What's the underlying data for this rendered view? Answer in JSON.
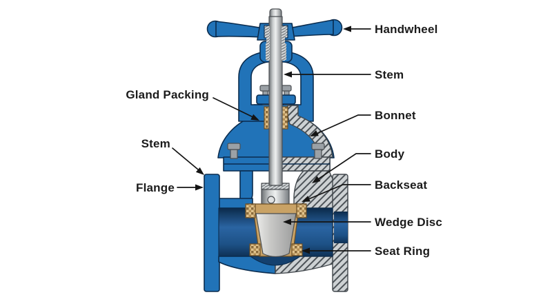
{
  "diagram": {
    "labels": {
      "handwheel": "Handwheel",
      "stem_right": "Stem",
      "gland_packing": "Gland Packing",
      "bonnet": "Bonnet",
      "stem_left": "Stem",
      "body": "Body",
      "backseat": "Backseat",
      "flange": "Flange",
      "wedge_disc": "Wedge Disc",
      "seat_ring": "Seat Ring"
    },
    "colors": {
      "valve_blue": "#2173b8",
      "valve_blue_dark": "#164e87",
      "bore_navy": "#123a63",
      "bronze_tan": "#c9a265",
      "hatch_gray": "#cdd1d3",
      "steel_gray": "#b9bcbe",
      "label_text": "#1b1b1b",
      "line_color": "#141414",
      "background": "#ffffff"
    }
  }
}
